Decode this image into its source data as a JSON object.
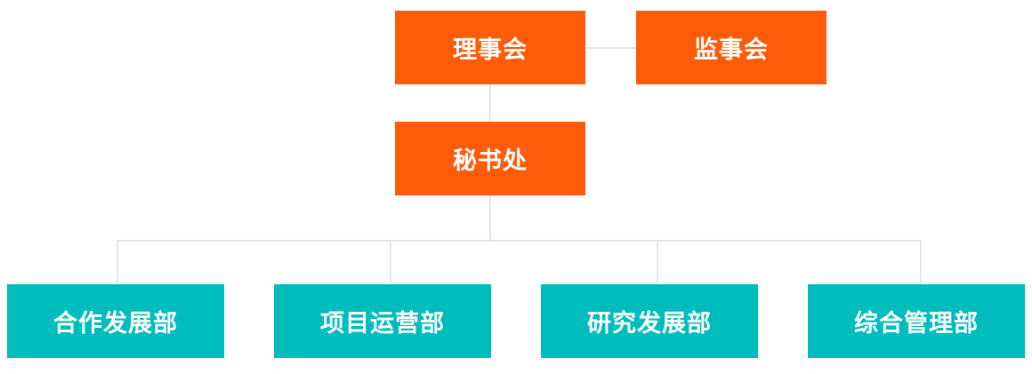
{
  "colors": {
    "leadership": "#ff5c0a",
    "department": "#00bdbd",
    "connector": "#d4d4d4"
  },
  "org": {
    "board": "理事会",
    "supervisors": "监事会",
    "secretariat": "秘书处",
    "departments": [
      "合作发展部",
      "项目运营部",
      "研究发展部",
      "综合管理部"
    ]
  }
}
